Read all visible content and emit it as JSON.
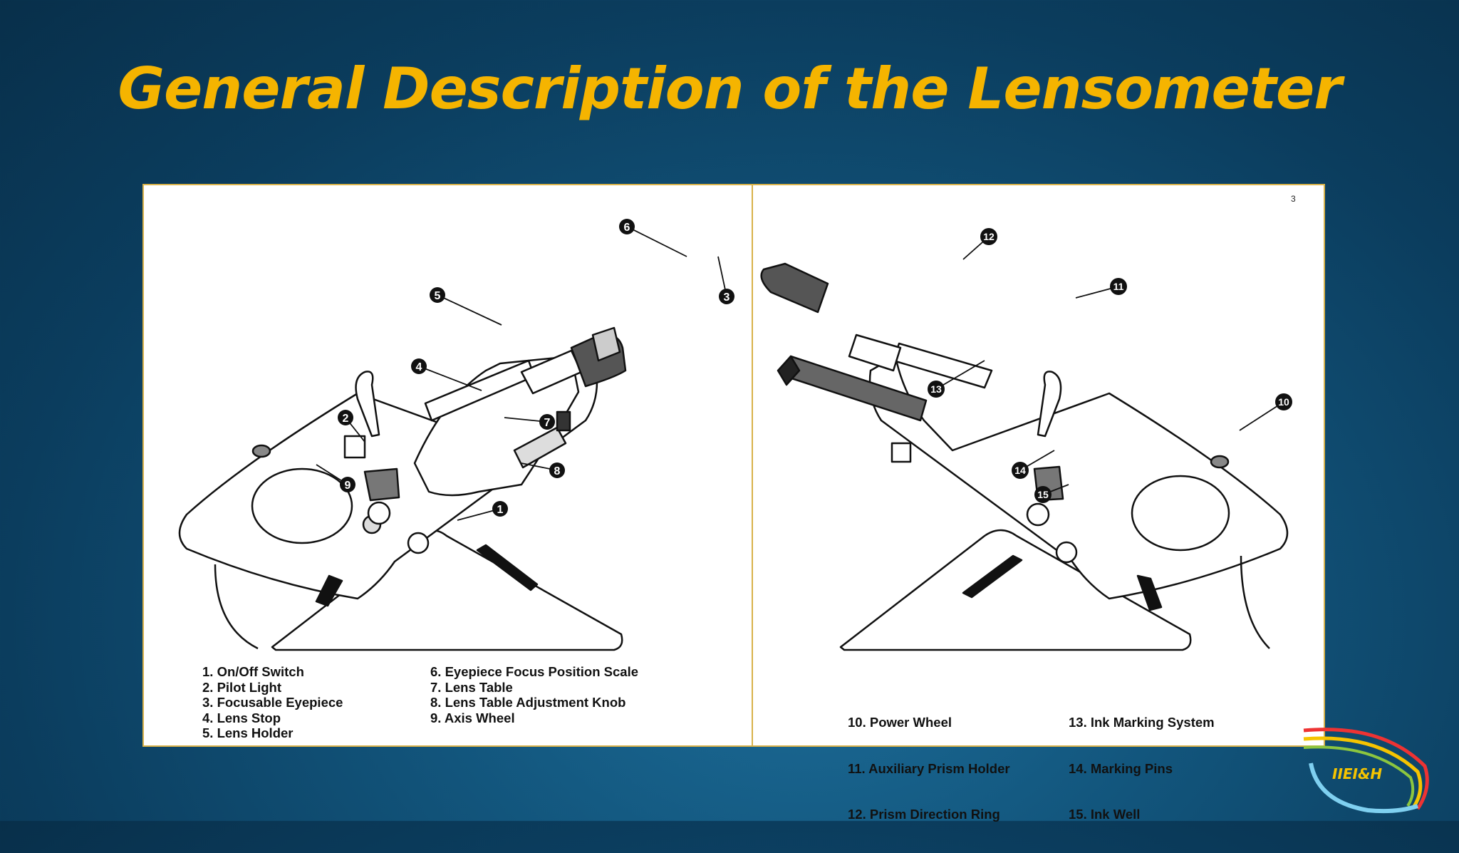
{
  "title": "General Description of the Lensometer",
  "page_number": "3",
  "callouts_left": [
    "6",
    "5",
    "4",
    "2",
    "7",
    "8",
    "1",
    "9",
    "3"
  ],
  "callouts_right": [
    "12",
    "11",
    "13",
    "14",
    "15",
    "10"
  ],
  "legend_left_col1": [
    "1. On/Off Switch",
    "2. Pilot Light",
    "3. Focusable Eyepiece",
    "4. Lens Stop",
    "5. Lens Holder"
  ],
  "legend_left_col2": [
    "6. Eyepiece Focus Position Scale",
    "7. Lens Table",
    "8. Lens Table Adjustment Knob",
    "9. Axis Wheel"
  ],
  "legend_right_col1": [
    "10.  Power Wheel",
    "11.  Auxiliary Prism Holder",
    "12.  Prism Direction Ring"
  ],
  "legend_right_col2": [
    "13.  Ink Marking System",
    "14.  Marking Pins",
    "15.  Ink Well"
  ],
  "logo_text": "IIEI&H",
  "colors": {
    "title": "#f5b400",
    "frame": "#d8b24a",
    "background": "#0b3d5e"
  }
}
